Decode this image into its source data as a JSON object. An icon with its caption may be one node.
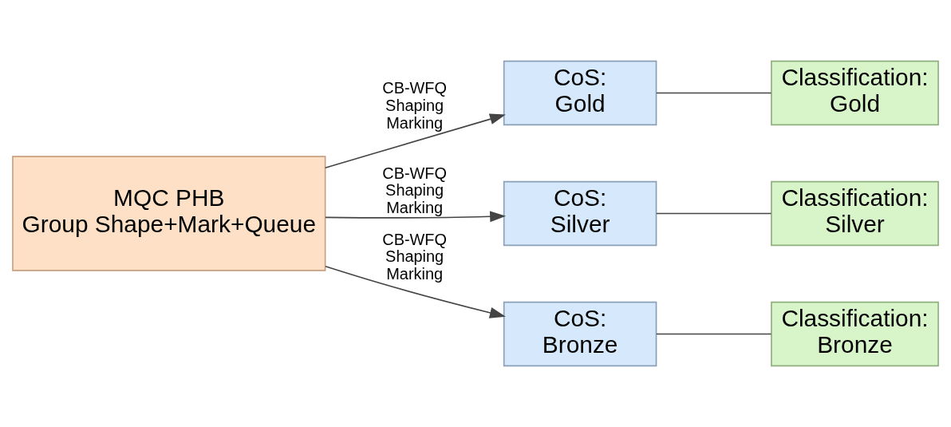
{
  "diagram": {
    "nodes": [
      {
        "text": [
          "MQC PHB Group Shape+Mark+Queue"
        ]
      },
      {
        "text": [
          "CoS: Gold"
        ]
      },
      {
        "text": [
          "Classification: Gold"
        ]
      },
      {
        "text": [
          "CoS: Silver"
        ]
      },
      {
        "text": [
          "Classification: Silver"
        ]
      },
      {
        "text": [
          "CoS: Bronze"
        ]
      },
      {
        "text": [
          "Classification: Bronze"
        ]
      }
    ],
    "edges": [
      {
        "from": 0,
        "to": 1,
        "arrow": "to",
        "label": "CB-WFQ Shaping Marking"
      },
      {
        "from": 1,
        "to": 2,
        "arrow": "none"
      },
      {
        "from": 0,
        "to": 3,
        "arrow": "to",
        "label": "CB-WFQ Shaping Marking"
      },
      {
        "from": 3,
        "to": 4,
        "arrow": "none"
      },
      {
        "from": 0,
        "to": 5,
        "arrow": "to",
        "label": "CB-WFQ Shaping Marking"
      },
      {
        "from": 5,
        "to": 6,
        "arrow": "none"
      }
    ]
  }
}
